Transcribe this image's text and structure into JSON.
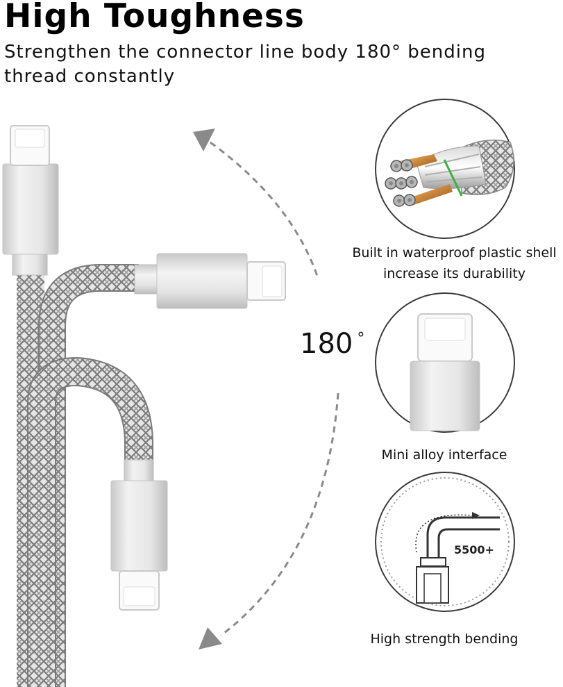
{
  "header": {
    "title": "High Toughness",
    "subtitle": "Strengthen the connector line body 180° bending thread constantly"
  },
  "bend": {
    "angle_value": "180",
    "angle_unit": "°"
  },
  "features": [
    {
      "caption_line1": "Built in waterproof plastic shell",
      "caption_line2": "increase its durability",
      "icon": "cable-cross-section-icon"
    },
    {
      "caption_line1": "Mini alloy interface",
      "icon": "lightning-connector-icon"
    },
    {
      "caption_line1": "High strength bending",
      "badge": "5500+",
      "icon": "bending-test-icon"
    }
  ],
  "colors": {
    "braid_light": "#e4e4e4",
    "braid_dark": "#7a7a7a",
    "connector_silver": "#d9d9d9",
    "dashed_arrow": "#8a8a8a",
    "copper": "#c8843a"
  }
}
